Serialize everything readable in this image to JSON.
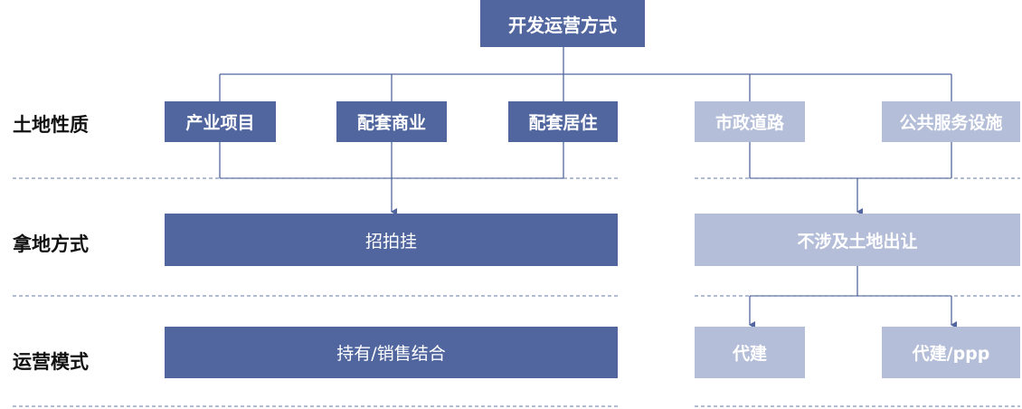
{
  "title": "开发运营方式",
  "row_labels": {
    "land_nature": "土地性质",
    "acquisition": "拿地方式",
    "operation": "运营模式"
  },
  "land_nature": {
    "industrial": "产业项目",
    "commercial": "配套商业",
    "residential": "配套居住",
    "municipal_roads": "市政道路",
    "public_facilities": "公共服务设施"
  },
  "acquisition": {
    "left": "招拍挂",
    "right": "不涉及土地出让"
  },
  "operation": {
    "left": "持有/销售结合",
    "right_a": "代建",
    "right_b": "代建/ppp"
  },
  "colors": {
    "dark_box": "#51669f",
    "light_box": "#b4bed8",
    "connector": "#51669f",
    "dashed_divider": "#6a7aa3"
  }
}
